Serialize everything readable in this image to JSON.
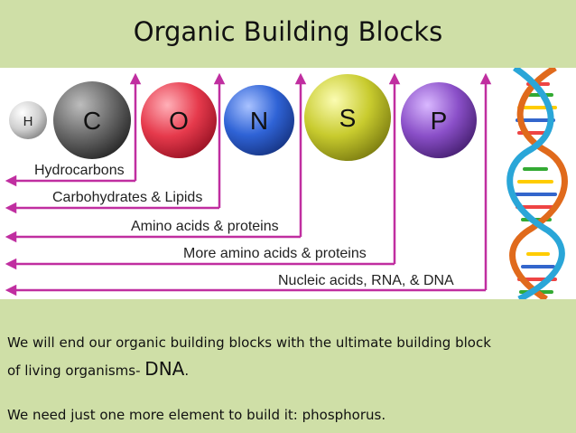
{
  "slide": {
    "title": "Organic Building Blocks"
  },
  "elements": [
    {
      "symbol": "H",
      "color": "#d9d9d9"
    },
    {
      "symbol": "C",
      "color": "#6e6e6e"
    },
    {
      "symbol": "O",
      "color": "#e63a4c"
    },
    {
      "symbol": "N",
      "color": "#2f63d6"
    },
    {
      "symbol": "S",
      "color": "#cfd23a"
    },
    {
      "symbol": "P",
      "color": "#8a4fc8"
    }
  ],
  "categories": [
    "Hydrocarbons",
    "Carbohydrates & Lipids",
    "Amino acids & proteins",
    "More amino acids & proteins",
    "Nucleic acids,  RNA, & DNA"
  ],
  "accent_color": "#c02ea0",
  "text": {
    "line1": "We will end our organic building blocks with the ultimate building block",
    "line2_prefix": "of living organisms- ",
    "line2_dna": "DNA",
    "line2_suffix": ".",
    "line3": "We need just one more element to build it: phosphorus."
  }
}
